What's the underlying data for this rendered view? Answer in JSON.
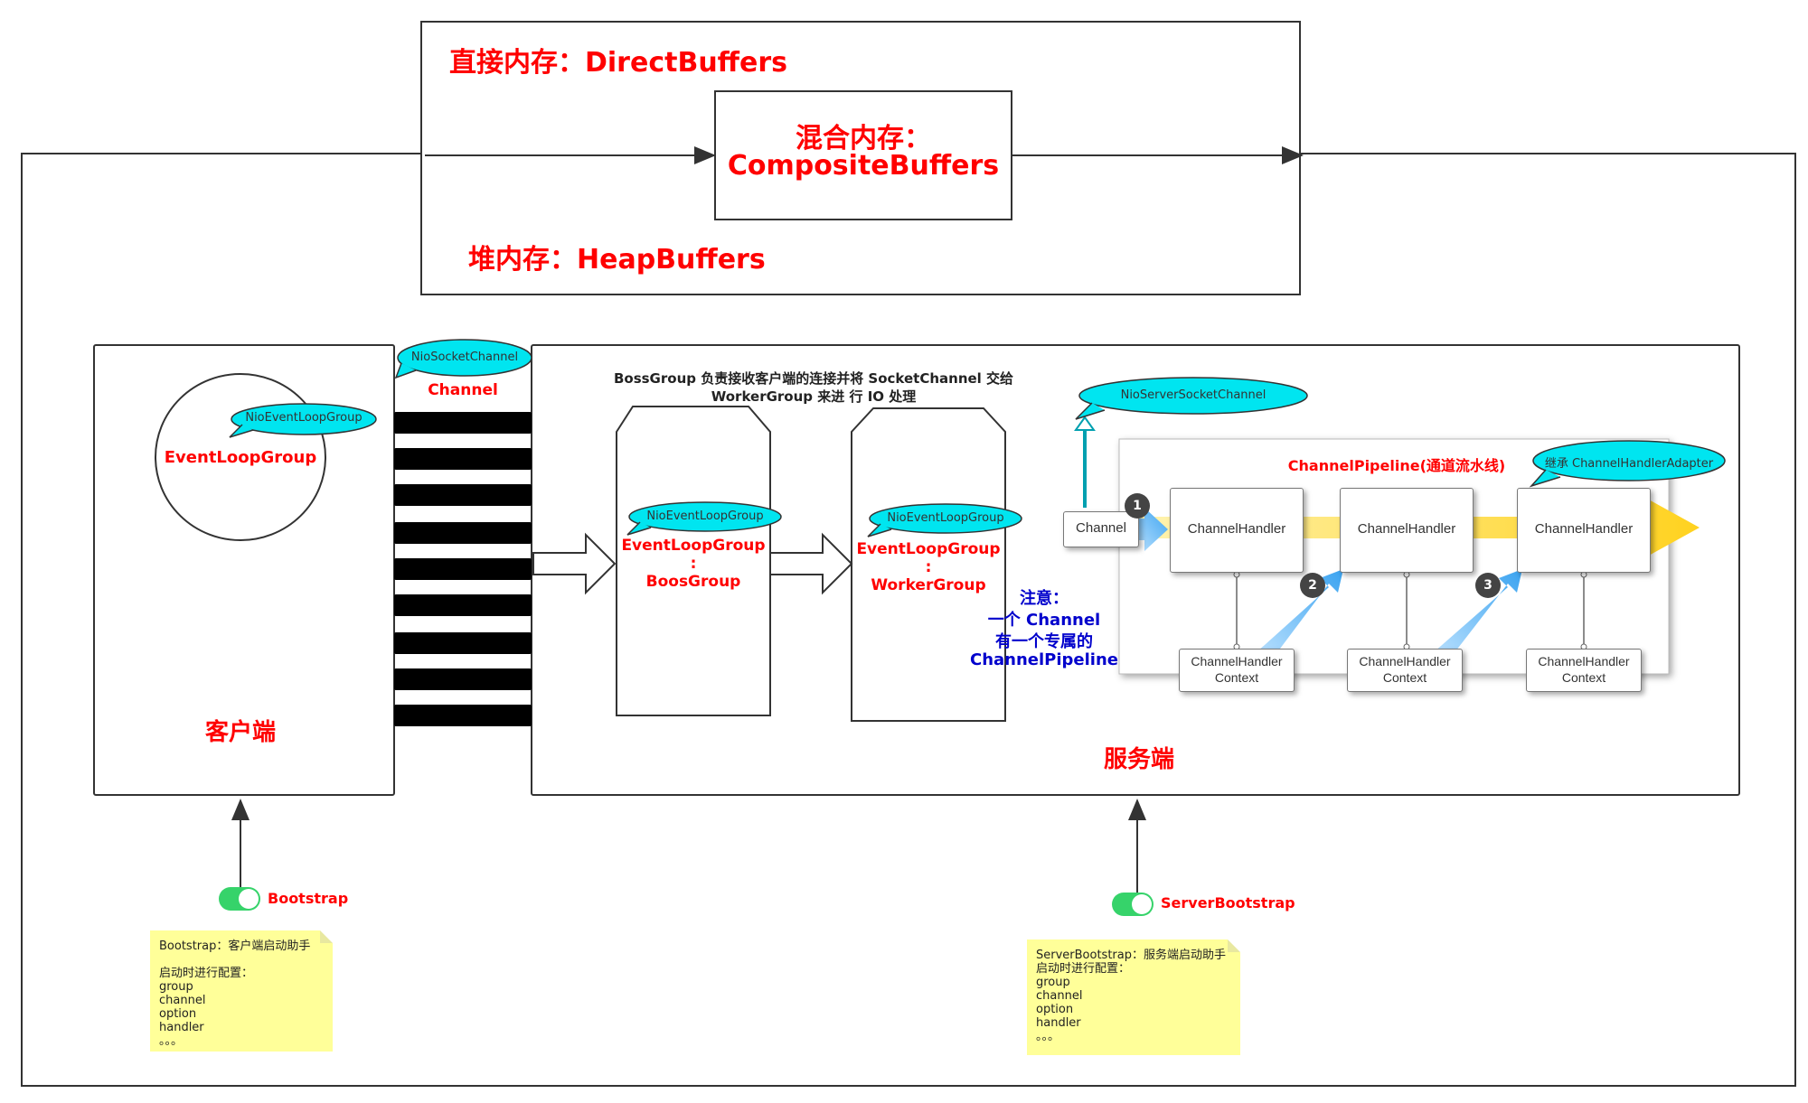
{
  "memory": {
    "direct": "直接内存：DirectBuffers",
    "composite_line1": "混合内存：",
    "composite_line2": "CompositeBuffers",
    "heap": "堆内存：HeapBuffers"
  },
  "client": {
    "bubble": "NioEventLoopGroup",
    "event_loop_group": "EventLoopGroup",
    "title": "客户端"
  },
  "channel": {
    "bubble": "NioSocketChannel",
    "label": "Channel"
  },
  "server": {
    "title": "服务端",
    "description_line1": "BossGroup 负责接收客户端的连接并将 SocketChannel 交给",
    "description_line2": "WorkerGroup 来进 行 IO 处理",
    "boss": {
      "bubble": "NioEventLoopGroup",
      "line1": "EventLoopGroup",
      "line2": ":",
      "line3": "BoosGroup"
    },
    "worker": {
      "bubble": "NioEventLoopGroup",
      "line1": "EventLoopGroup",
      "line2": ":",
      "line3": "WorkerGroup"
    },
    "server_socket_channel": "NioServerSocketChannel",
    "note_line1": "注意：",
    "note_line2": "一个 Channel",
    "note_line3": "有一个专属的",
    "note_line4": "ChannelPipeline"
  },
  "pipeline": {
    "title": "ChannelPipeline(通道流水线)",
    "adapter_bubble": "继承 ChannelHandlerAdapter",
    "channel": "Channel",
    "handlers": [
      "ChannelHandler",
      "ChannelHandler",
      "ChannelHandler"
    ],
    "context_line1": "ChannelHandler",
    "context_line2": "Context",
    "steps": [
      "1",
      "2",
      "3"
    ]
  },
  "bootstrap": {
    "label": "Bootstrap",
    "note": [
      "Bootstrap：客户端启动助手",
      "",
      "启动时进行配置：",
      "group",
      "channel",
      "option",
      "handler",
      "。。。"
    ]
  },
  "server_bootstrap": {
    "label": "ServerBootstrap",
    "note": [
      "ServerBootstrap：服务端启动助手",
      "启动时进行配置：",
      "group",
      "channel",
      "option",
      "handler",
      "。。。"
    ]
  },
  "colors": {
    "accent_red": "#ff0000",
    "bubble": "#00e5f0",
    "note_blue": "#0000cc",
    "toggle_green": "#36d36a"
  }
}
